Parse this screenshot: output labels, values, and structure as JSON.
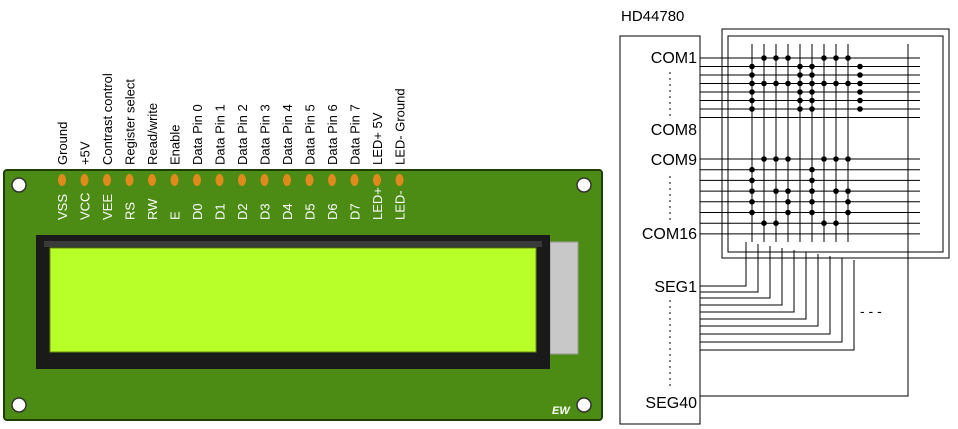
{
  "lcd": {
    "pins": [
      {
        "code": "VSS",
        "desc": "Ground"
      },
      {
        "code": "VCC",
        "desc": "+5V"
      },
      {
        "code": "VEE",
        "desc": "Contrast control"
      },
      {
        "code": "RS",
        "desc": "Register select"
      },
      {
        "code": "RW",
        "desc": "Read/write"
      },
      {
        "code": "E",
        "desc": "Enable"
      },
      {
        "code": "D0",
        "desc": "Data Pin 0"
      },
      {
        "code": "D1",
        "desc": "Data Pin 1"
      },
      {
        "code": "D2",
        "desc": "Data Pin 2"
      },
      {
        "code": "D3",
        "desc": "Data Pin 3"
      },
      {
        "code": "D4",
        "desc": "Data Pin 4"
      },
      {
        "code": "D5",
        "desc": "Data Pin 5"
      },
      {
        "code": "D6",
        "desc": "Data Pin 6"
      },
      {
        "code": "D7",
        "desc": "Data Pin 7"
      },
      {
        "code": "LED+",
        "desc": "LED+ 5V"
      },
      {
        "code": "LED-",
        "desc": "LED- Ground"
      }
    ],
    "logo": "EW",
    "colors": {
      "board": "#4d8c14",
      "board_edge": "#1f3d06",
      "screen": "#b8ff2a",
      "bezel": "#1a1a1a",
      "pin_pad": "#e08a1e",
      "backlight": "#c8c8c8"
    }
  },
  "chip": {
    "title": "HD44780",
    "com_labels": [
      "COM1",
      "COM8",
      "COM9",
      "COM16"
    ],
    "seg_labels": [
      "SEG1",
      "SEG40"
    ],
    "continuation": "- - -"
  }
}
